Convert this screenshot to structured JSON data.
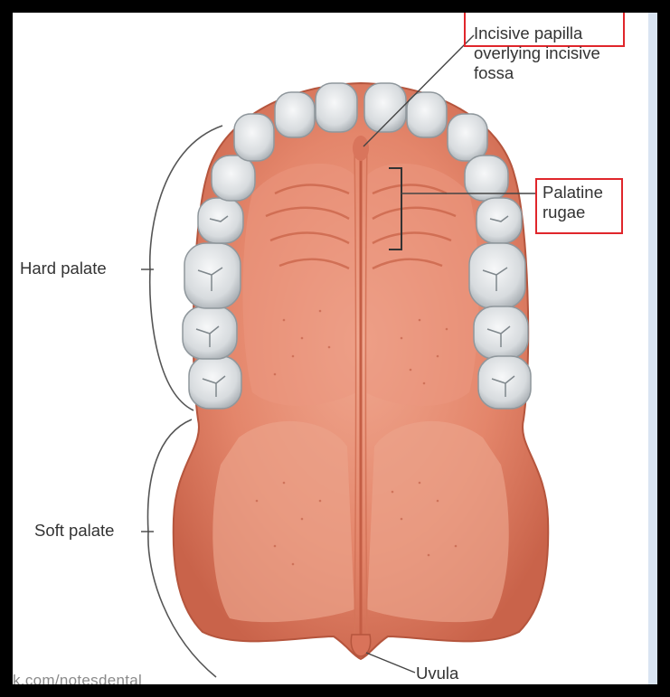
{
  "labels": {
    "incisive": [
      "Incisive papilla",
      "overlying incisive",
      "fossa"
    ],
    "palatine": [
      "Palatine",
      "rugae"
    ],
    "hard_palate": "Hard palate",
    "soft_palate": "Soft palate",
    "uvula": "Uvula"
  },
  "watermark": "k.com/notesdental",
  "colors": {
    "highlight_box": "#e0262b",
    "frame": "#000000",
    "palate": "#e0826a",
    "teeth": "#dfe3e6"
  }
}
